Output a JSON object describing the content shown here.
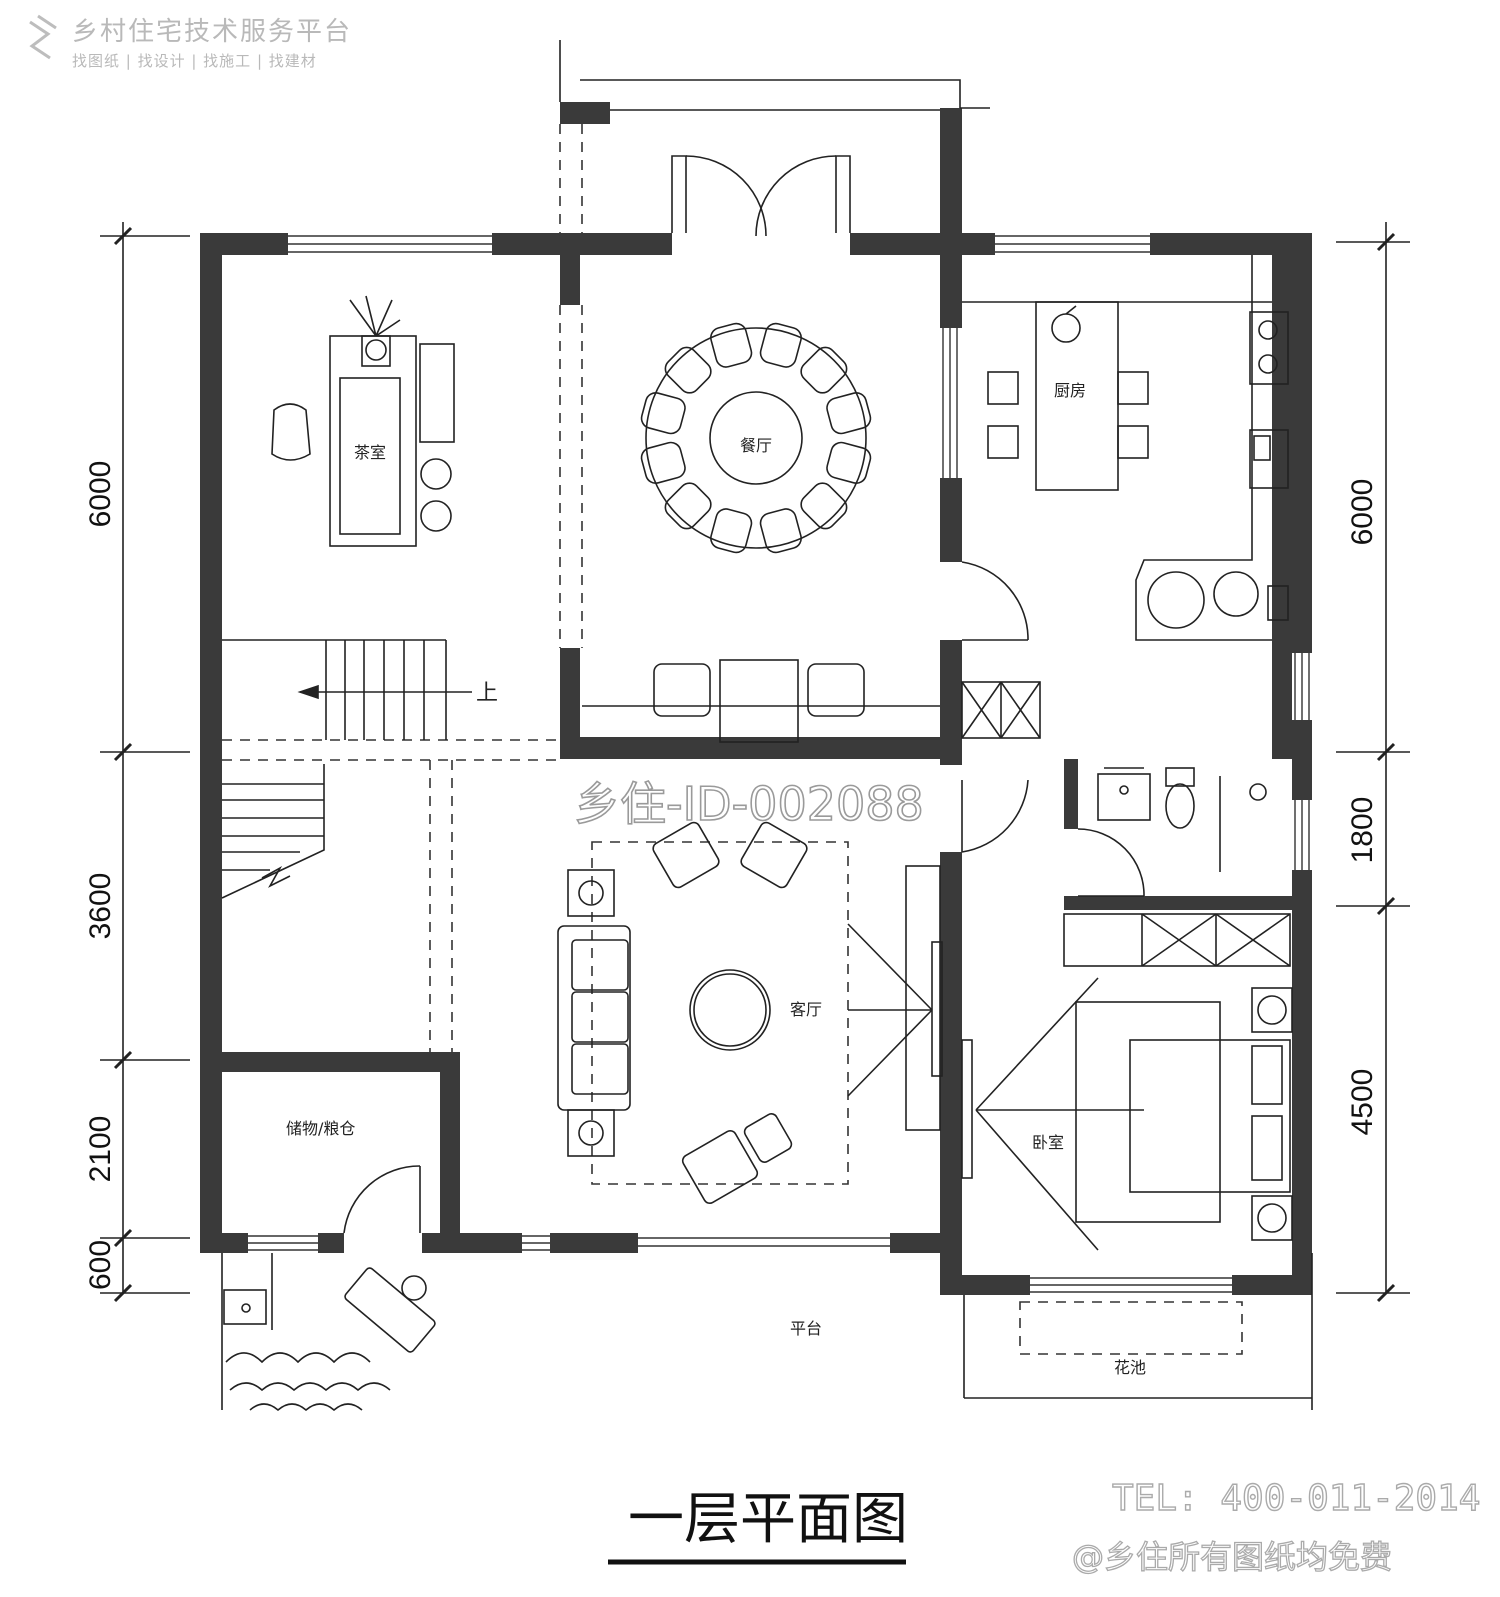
{
  "header": {
    "platform_name": "乡村住宅技术服务平台",
    "services": "找图纸 | 找设计 | 找施工 | 找建材"
  },
  "watermark_id": "乡住-ID-002088",
  "rooms": {
    "tea_room": "茶室",
    "dining": "餐厅",
    "kitchen": "厨房",
    "living": "客厅",
    "bedroom": "卧室",
    "storage": "储物/粮仓",
    "terrace": "平台",
    "flower_bed": "花池",
    "stair_up": "上"
  },
  "dimensions": {
    "left": [
      "6000",
      "3600",
      "2100",
      "600"
    ],
    "right": [
      "6000",
      "1800",
      "4500"
    ]
  },
  "plan_title": "一层平面图",
  "footer": {
    "tel": "TEL: 400-011-2014",
    "note": "@乡住所有图纸均免费"
  },
  "colors": {
    "wall": "#3a3a3a",
    "line": "#222222",
    "watermark": "#9a9a9a"
  }
}
